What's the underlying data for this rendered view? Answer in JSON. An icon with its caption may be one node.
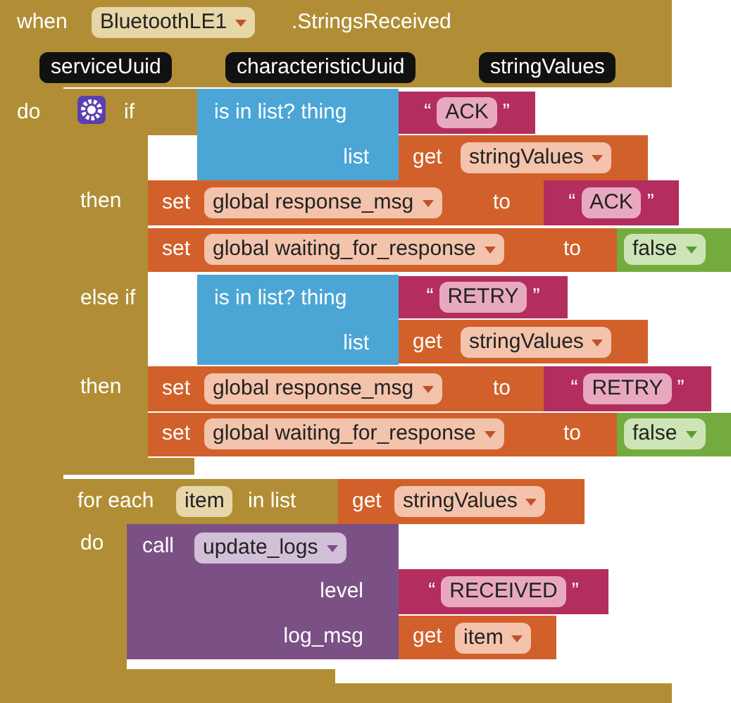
{
  "diagram": {
    "nodes": [
      {
        "text": [
          "when",
          ".StringsReceived",
          "do"
        ]
      },
      {
        "text": [
          "BluetoothLE1"
        ],
        "in": 0
      },
      {
        "text": [
          "serviceUuid"
        ],
        "in": 0
      },
      {
        "text": [
          "characteristicUuid"
        ],
        "in": 0
      },
      {
        "text": [
          "stringValues"
        ],
        "in": 0
      },
      {
        "text": [
          "if",
          "then",
          "else if",
          "then"
        ],
        "in": 0
      },
      {
        "text": [
          "is in list? thing",
          "list"
        ],
        "in": 0
      },
      {
        "text": [
          "“",
          "ACK",
          "”"
        ],
        "in": 0
      },
      {
        "text": [
          "get"
        ],
        "in": 0
      },
      {
        "text": [
          "stringValues"
        ],
        "in": 8
      },
      {
        "text": [
          "set",
          "to"
        ],
        "in": 0
      },
      {
        "text": [
          "global response_msg"
        ],
        "in": 10
      },
      {
        "text": [
          "“",
          "ACK",
          "”"
        ],
        "in": 0
      },
      {
        "text": [
          "set",
          "to"
        ],
        "in": 0
      },
      {
        "text": [
          "global waiting_for_response"
        ],
        "in": 13
      },
      {
        "text": [
          "false"
        ]
      },
      {
        "text": [
          "is in list? thing",
          "list"
        ],
        "in": 0
      },
      {
        "text": [
          "“",
          "RETRY",
          "”"
        ],
        "in": 0
      },
      {
        "text": [
          "get"
        ],
        "in": 0
      },
      {
        "text": [
          "stringValues"
        ],
        "in": 18
      },
      {
        "text": [
          "set",
          "to"
        ],
        "in": 0
      },
      {
        "text": [
          "global response_msg"
        ],
        "in": 20
      },
      {
        "text": [
          "“",
          "RETRY",
          "”"
        ]
      },
      {
        "text": [
          "set",
          "to"
        ],
        "in": 0
      },
      {
        "text": [
          "global waiting_for_response"
        ],
        "in": 23
      },
      {
        "text": [
          "false"
        ]
      },
      {
        "text": [
          "for each",
          "in list",
          "do"
        ],
        "in": 0
      },
      {
        "text": [
          "item"
        ],
        "in": 26
      },
      {
        "text": [
          "get"
        ],
        "in": 0
      },
      {
        "text": [
          "stringValues"
        ],
        "in": 28
      },
      {
        "text": [
          "call",
          "level",
          "log_msg"
        ],
        "in": 0
      },
      {
        "text": [
          "update_logs"
        ]
      },
      {
        "text": [
          "“",
          "RECEIVED",
          "”"
        ],
        "in": 0
      },
      {
        "text": [
          "get"
        ],
        "in": 0
      },
      {
        "text": [
          "item"
        ],
        "in": 33
      }
    ]
  }
}
